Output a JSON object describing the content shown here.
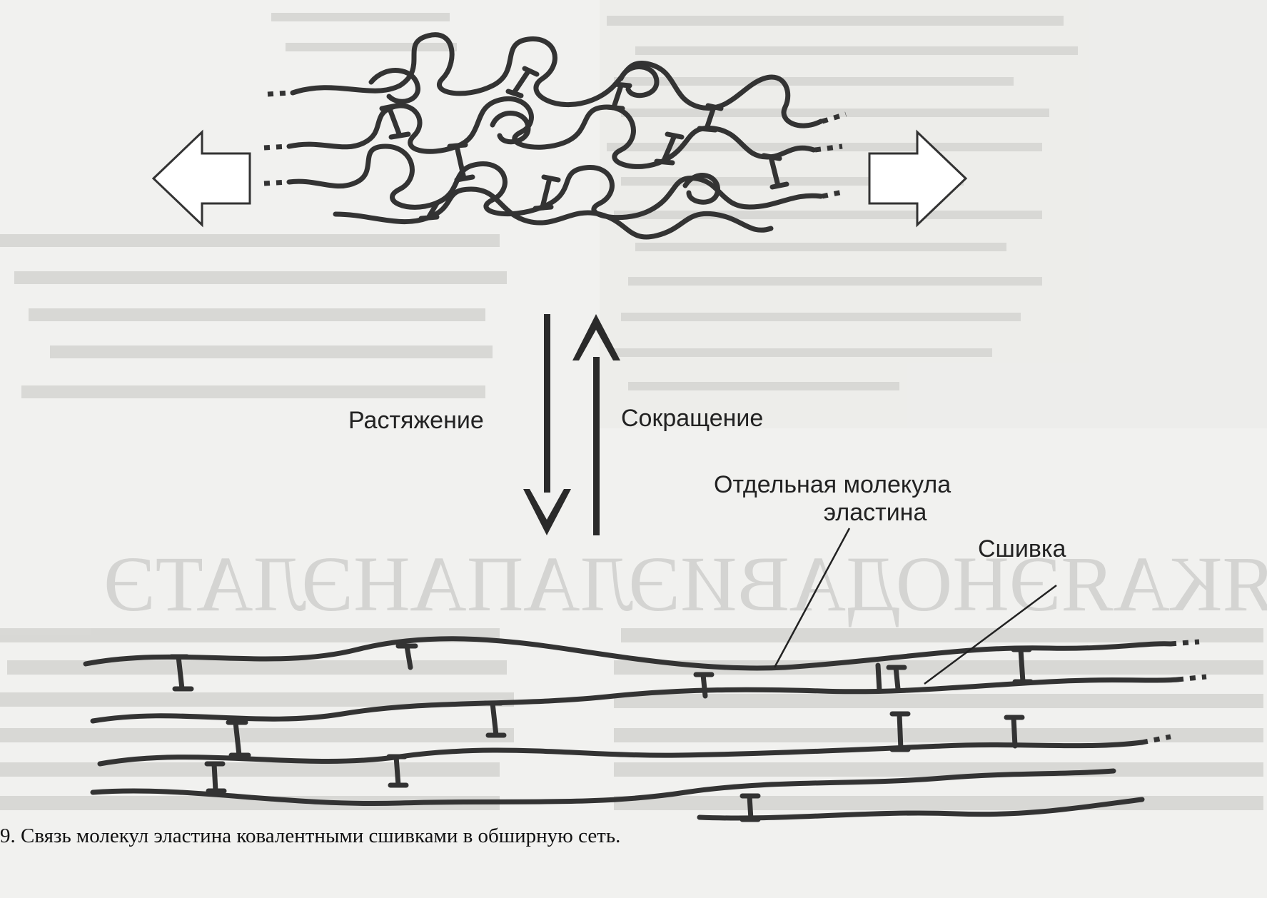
{
  "diagram": {
    "labels": {
      "stretch": "Растяжение",
      "contract": "Сокращение",
      "single_molecule_line1": "Отдельная молекула",
      "single_molecule_line2": "эластина",
      "crosslink": "Сшивка"
    },
    "caption": "9. Связь молекул эластина ковалентными сшивками в обширную сеть.",
    "states": [
      "relaxed-coiled-network",
      "stretched-extended-network"
    ],
    "arrows": {
      "left_outward": "hollow-arrow-left",
      "right_outward": "hollow-arrow-right",
      "down": "solid-arrow-down",
      "up": "solid-arrow-up"
    }
  }
}
